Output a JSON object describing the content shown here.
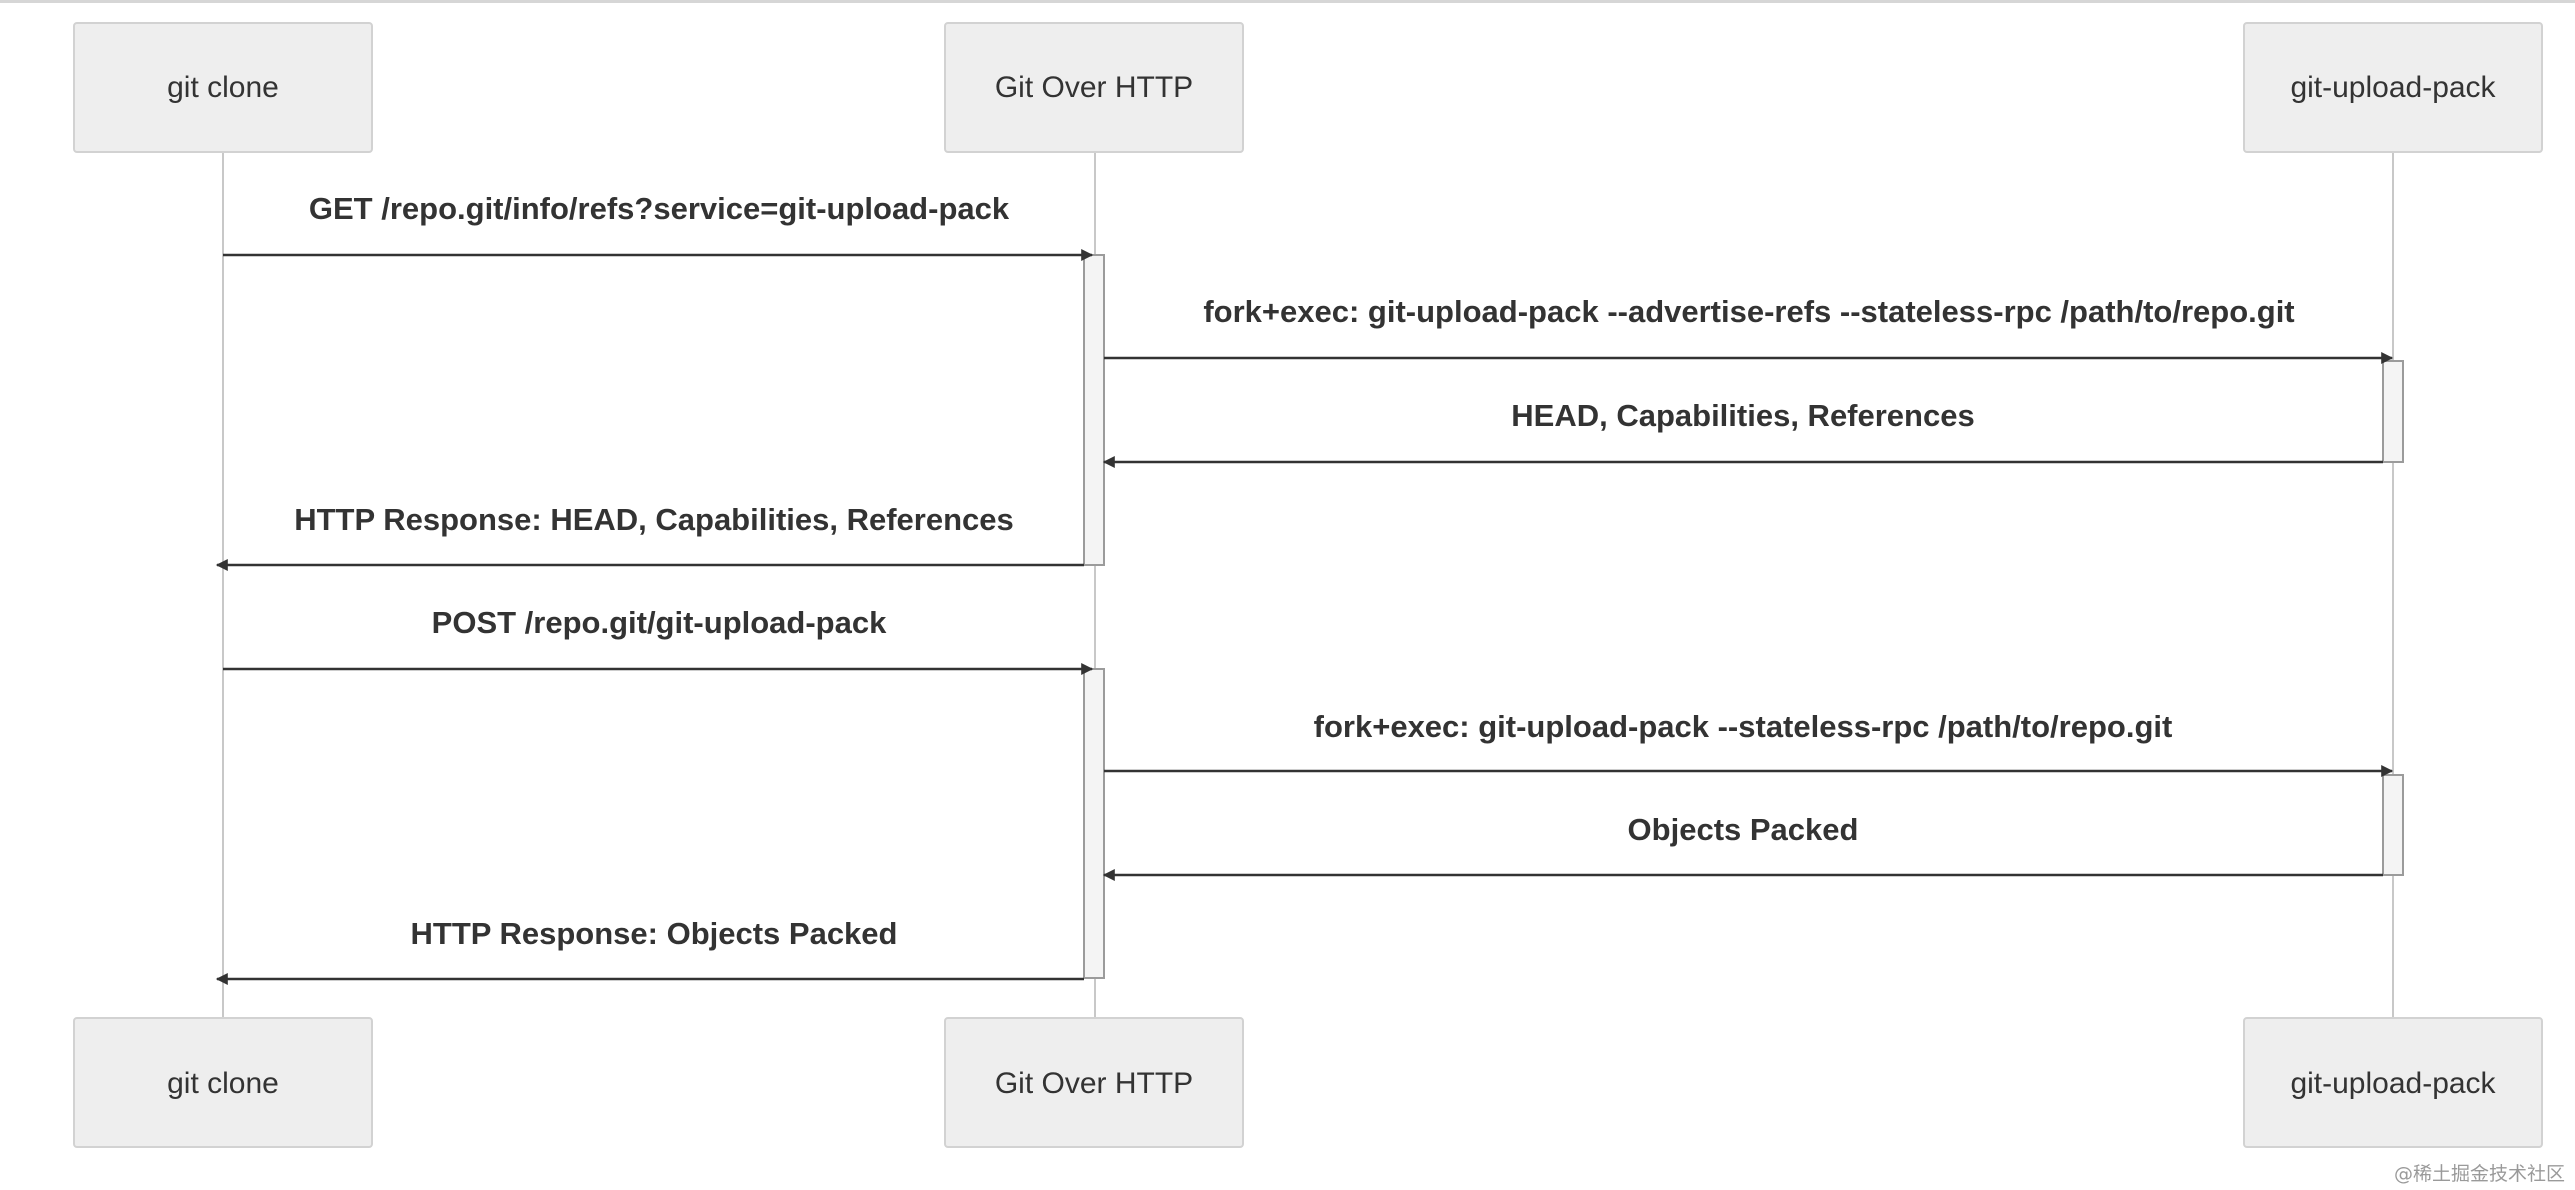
{
  "participants": [
    {
      "id": "client",
      "label": "git clone"
    },
    {
      "id": "server",
      "label": "Git Over HTTP"
    },
    {
      "id": "upload",
      "label": "git-upload-pack"
    }
  ],
  "messages": [
    {
      "from": "client",
      "to": "server",
      "label": "GET /repo.git/info/refs?service=git-upload-pack"
    },
    {
      "from": "server",
      "to": "upload",
      "label": "fork+exec: git-upload-pack --advertise-refs --stateless-rpc /path/to/repo.git"
    },
    {
      "from": "upload",
      "to": "server",
      "label": "HEAD, Capabilities, References"
    },
    {
      "from": "server",
      "to": "client",
      "label": "HTTP Response: HEAD, Capabilities, References"
    },
    {
      "from": "client",
      "to": "server",
      "label": "POST /repo.git/git-upload-pack"
    },
    {
      "from": "server",
      "to": "upload",
      "label": "fork+exec: git-upload-pack --stateless-rpc /path/to/repo.git"
    },
    {
      "from": "upload",
      "to": "server",
      "label": "Objects Packed"
    },
    {
      "from": "server",
      "to": "client",
      "label": "HTTP Response: Objects Packed"
    }
  ],
  "watermark": "@稀土掘金技术社区"
}
